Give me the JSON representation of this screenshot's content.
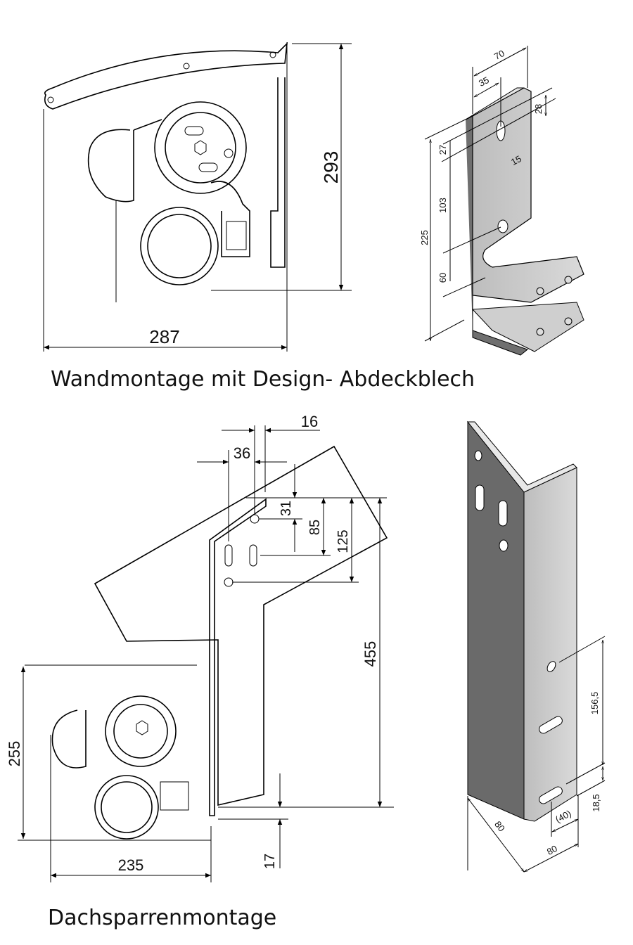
{
  "captions": {
    "top": "Wandmontage mit Design- Abdeckblech",
    "bottom": "Dachsparrenmontage"
  },
  "wall_mount": {
    "height": "293",
    "width": "287",
    "bracket": {
      "width_total": "70",
      "width_half": "35",
      "slot_offset": "28",
      "slot_top": "27",
      "slot_width": "15",
      "mid_height": "103",
      "total_height": "225",
      "bottom_height": "60"
    }
  },
  "rafter_mount": {
    "offset_16": "16",
    "offset_36": "36",
    "hole_31": "31",
    "hole_85": "85",
    "hole_125": "125",
    "height_455": "455",
    "height_255": "255",
    "width_235": "235",
    "offset_17": "17",
    "bracket": {
      "span_156_5": "156,5",
      "span_18_5": "18,5",
      "width_40": "(40)",
      "width_80_a": "80",
      "width_80_b": "80"
    }
  }
}
